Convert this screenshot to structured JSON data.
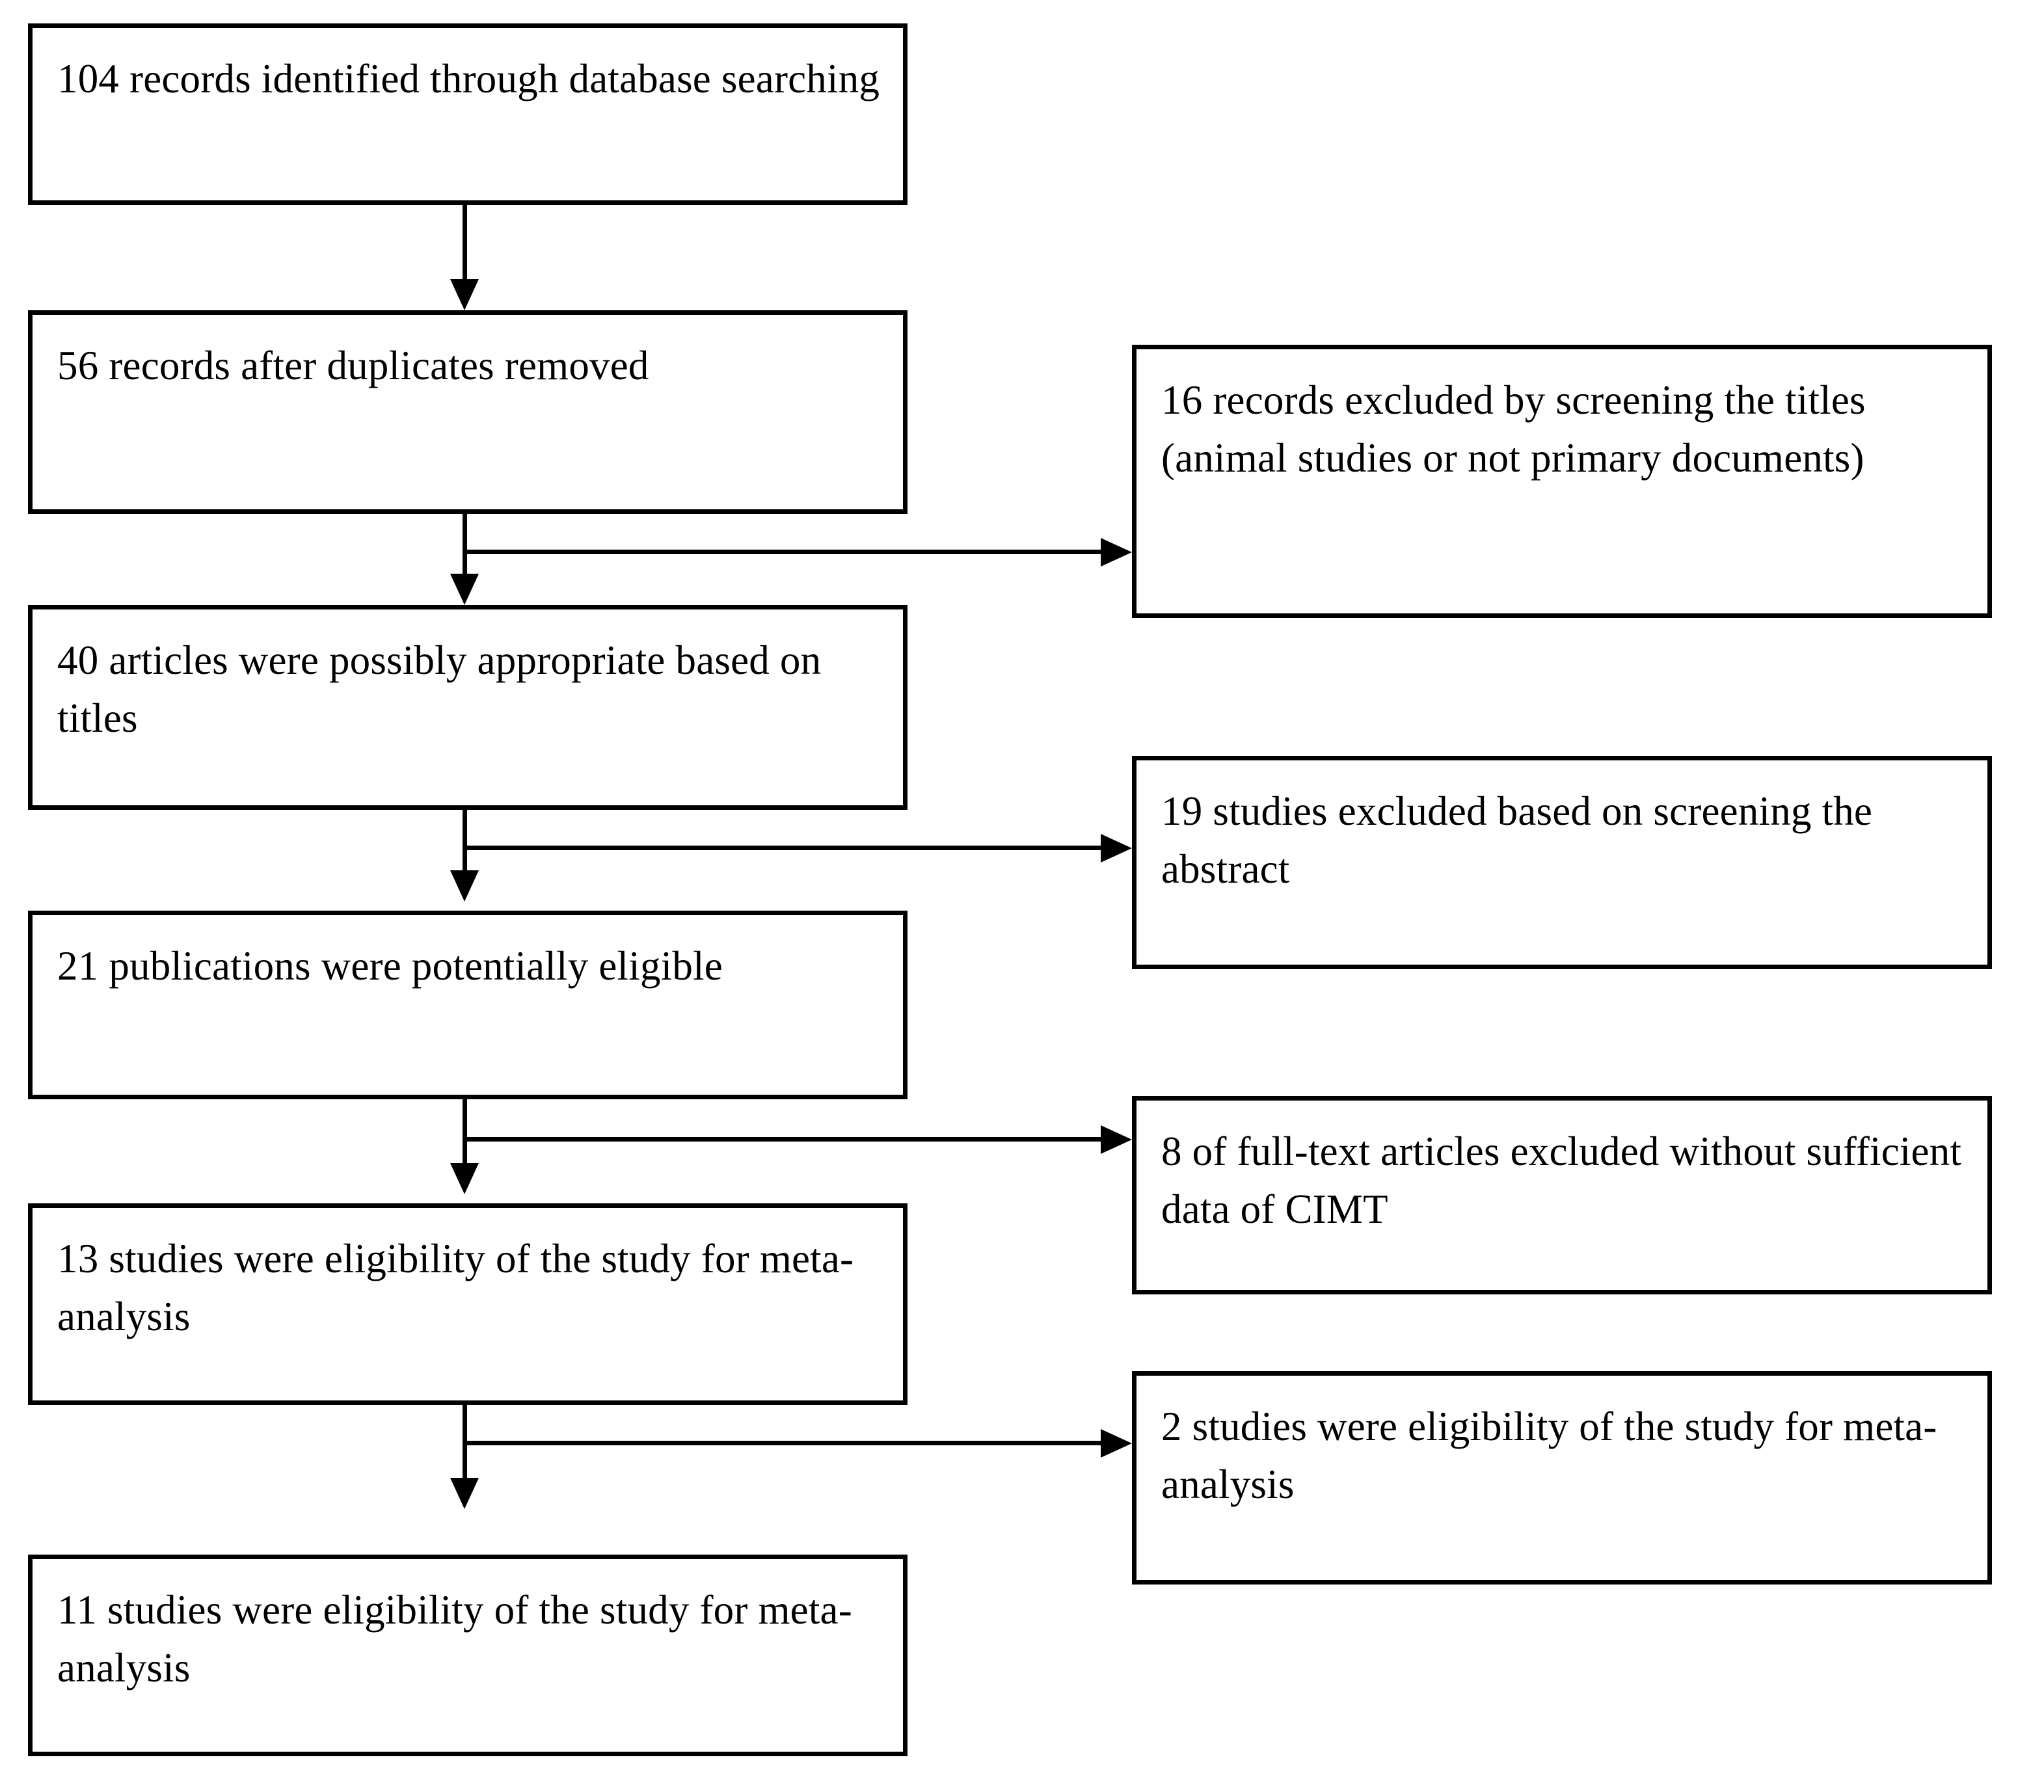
{
  "diagram": {
    "type": "prisma-flow-diagram",
    "orientation": "vertical-with-side-exclusions",
    "line_color": "#000000",
    "background_color": "#ffffff",
    "main_flow": [
      {
        "id": "identified",
        "count": 104,
        "text": "104 records identified through database searching"
      },
      {
        "id": "after-duplicates",
        "count": 56,
        "text": "56 records after duplicates removed"
      },
      {
        "id": "appropriate-by-title",
        "count": 40,
        "text": "40 articles were possibly appropriate based on titles"
      },
      {
        "id": "potentially-eligible",
        "count": 21,
        "text": "21 publications were potentially eligible"
      },
      {
        "id": "eligible-13",
        "count": 13,
        "text": "13 studies were eligibility of the study for meta-analysis"
      },
      {
        "id": "eligible-11",
        "count": 11,
        "text": "11 studies were eligibility of the study for meta-analysis"
      }
    ],
    "exclusions": [
      {
        "id": "excluded-titles",
        "count": 16,
        "text": "16 records excluded by screening the titles (animal studies or not primary documents)"
      },
      {
        "id": "excluded-abstract",
        "count": 19,
        "text": "19 studies excluded based on screening the abstract"
      },
      {
        "id": "excluded-fulltext",
        "count": 8,
        "text": "8 of full-text articles excluded without sufficient data of CIMT"
      },
      {
        "id": "excluded-2",
        "count": 2,
        "text": "2 studies were eligibility of the study for meta-analysis"
      }
    ]
  }
}
